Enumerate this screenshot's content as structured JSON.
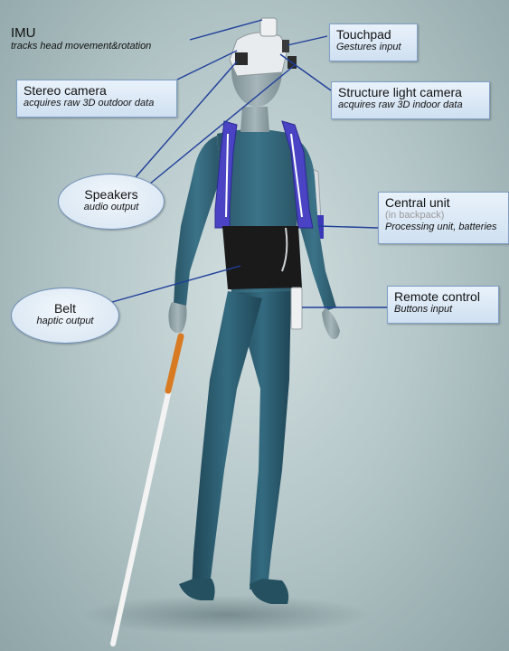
{
  "labels": {
    "imu": {
      "title": "IMU",
      "desc": "tracks head movement&rotation"
    },
    "touchpad": {
      "title": "Touchpad",
      "desc": "Gestures input"
    },
    "stereo_camera": {
      "title": "Stereo camera",
      "desc": "acquires raw 3D outdoor data"
    },
    "structure_light_camera": {
      "title": "Structure light camera",
      "desc": "acquires raw 3D indoor data"
    },
    "speakers": {
      "title": "Speakers",
      "desc": "audio output"
    },
    "central_unit": {
      "title": "Central unit",
      "note": "(in backpack)",
      "desc": "Processing unit, batteries"
    },
    "belt": {
      "title": "Belt",
      "desc": "haptic output"
    },
    "remote_control": {
      "title": "Remote control",
      "desc": "Buttons input"
    }
  },
  "colors": {
    "body": "#2f5f73",
    "skin": "#8c9ea3",
    "harness": "#4a44c4",
    "belt": "#1a1a1a",
    "cane_tip": "#d77a22",
    "callout_border": "#7f9fc6",
    "leader_line": "#1f3f9a"
  }
}
